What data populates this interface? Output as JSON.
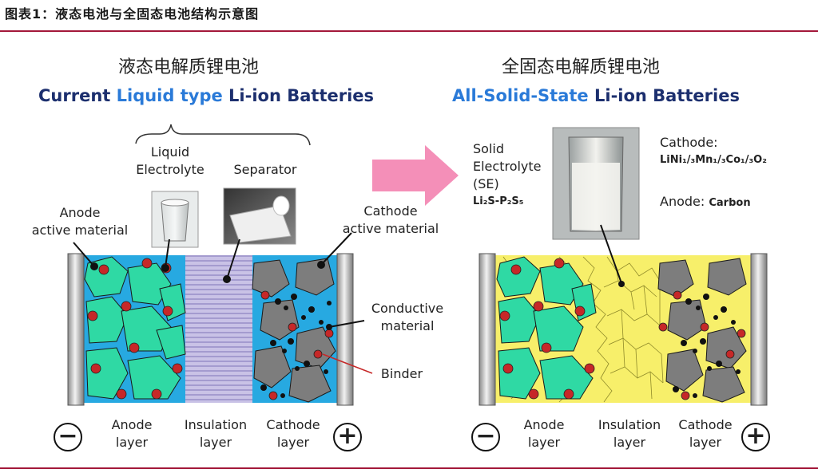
{
  "caption": "图表1：液态电池与全固态电池结构示意图",
  "left": {
    "title_cn": "液态电解质锂电池",
    "title_en_pre": "Current ",
    "title_en_hl": "Liquid type",
    "title_en_post": " Li-ion Batteries",
    "labels": {
      "liquid_electrolyte_1": "Liquid",
      "liquid_electrolyte_2": "Electrolyte",
      "separator": "Separator",
      "anode_active_1": "Anode",
      "anode_active_2": "active material",
      "cathode_active_1": "Cathode",
      "cathode_active_2": "active material",
      "conductive_1": "Conductive",
      "conductive_2": "material",
      "binder": "Binder",
      "anode_layer_1": "Anode",
      "anode_layer_2": "layer",
      "insulation_layer_1": "Insulation",
      "insulation_layer_2": "layer",
      "cathode_layer_1": "Cathode",
      "cathode_layer_2": "layer",
      "minus": "−",
      "plus": "+"
    }
  },
  "right": {
    "title_cn": "全固态电解质锂电池",
    "title_en_hl": "All-Solid-State",
    "title_en_post": " Li-ion Batteries",
    "labels": {
      "se_1": "Solid",
      "se_2": "Electrolyte",
      "se_3": "(SE)",
      "se_formula": "Li₂S-P₂S₅",
      "cathode_head": "Cathode:",
      "cathode_formula": "LiNi₁/₃Mn₁/₃Co₁/₃O₂",
      "anode_head": "Anode:",
      "anode_value": "Carbon",
      "anode_layer_1": "Anode",
      "anode_layer_2": "layer",
      "insulation_layer_1": "Insulation",
      "insulation_layer_2": "layer",
      "cathode_layer_1": "Cathode",
      "cathode_layer_2": "layer",
      "minus": "−",
      "plus": "+"
    }
  },
  "colors": {
    "accent_rule": "#a3183a",
    "liquid_blue": "#27a9e1",
    "solid_yellow": "#f7ef6a",
    "anode_particle": "#2fd9a4",
    "cathode_particle": "#7d7d7d",
    "red_dot": "#c62828",
    "arrow": "#f48fb8"
  }
}
